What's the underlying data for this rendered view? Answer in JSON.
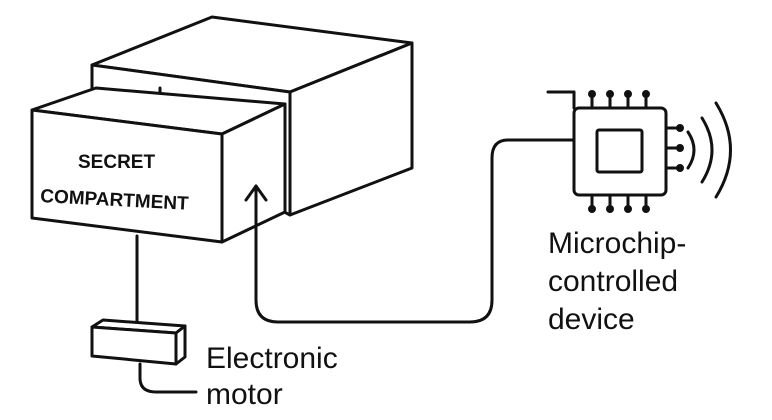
{
  "drawer_label": {
    "line1": "SECRET",
    "line2": "COMPARTMENT"
  },
  "motor_label": {
    "line1": "Electronic",
    "line2": "motor"
  },
  "device_label": {
    "line1": "Microchip-",
    "line2": "controlled",
    "line3": "device"
  },
  "colors": {
    "stroke": "#111111",
    "background": "#ffffff"
  }
}
